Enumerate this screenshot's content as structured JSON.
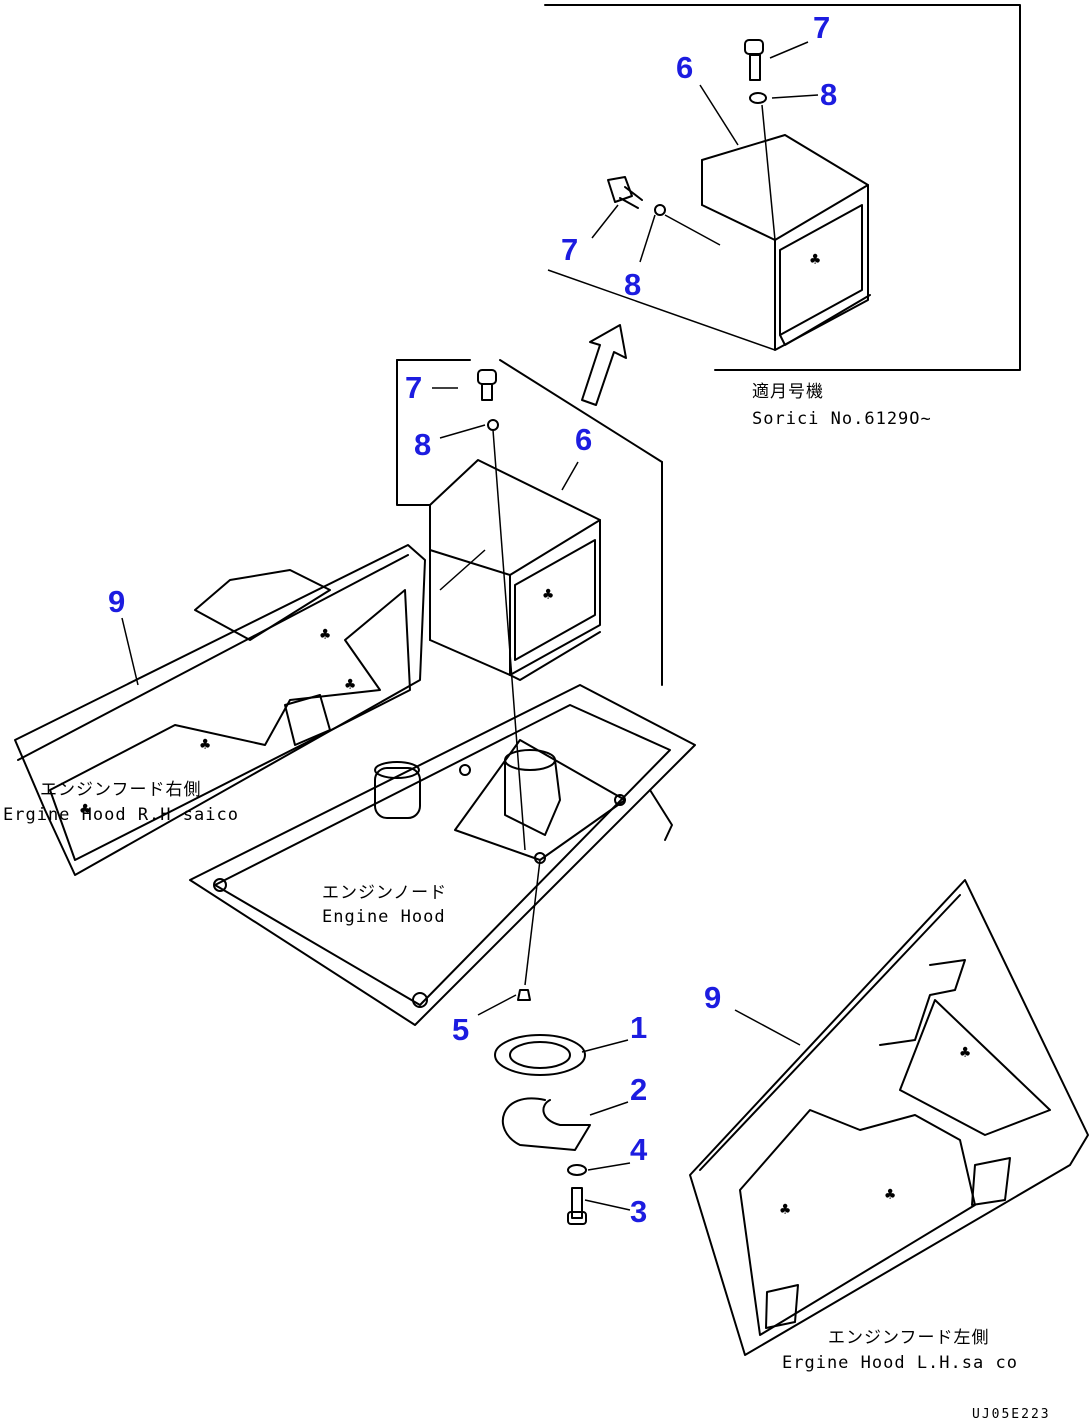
{
  "callouts": {
    "c1": "1",
    "c2": "2",
    "c3": "3",
    "c4": "4",
    "c5": "5",
    "c6_top": "6",
    "c6_mid": "6",
    "c7_top": "7",
    "c7_left": "7",
    "c7_mid": "7",
    "c8_top": "8",
    "c8_left": "8",
    "c8_mid": "8",
    "c9_left": "9",
    "c9_right": "9"
  },
  "captions": {
    "serial_jp": "適月号機",
    "serial_en": "Sorici No.6129O~",
    "rh_jp": "エンジンフード右側",
    "rh_en": "Ergine Hood R.H saico",
    "hood_jp": "エンジンノード",
    "hood_en": "Engine Hood",
    "lh_jp": "エンジンフード左側",
    "lh_en": "Ergine Hood L.H.sa co"
  },
  "drawing_code": "UJ05E223",
  "colors": {
    "callout": "#1c1ce0",
    "line": "#000000",
    "background": "#ffffff"
  }
}
